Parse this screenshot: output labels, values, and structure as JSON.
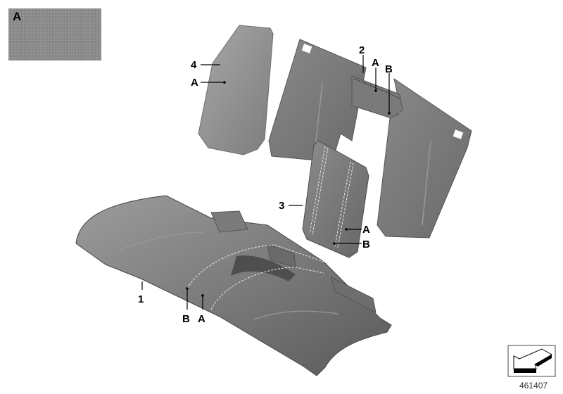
{
  "diagram": {
    "type": "parts-exploded-view",
    "subject": "rear seat cover set",
    "colors": {
      "upholstery": "#7a7a7a",
      "upholstery_dark": "#5e5e5e",
      "upholstery_light": "#9a9a9a",
      "stitching": "#e8e8e8",
      "swatch": "#8a8a8a",
      "line": "#000000"
    }
  },
  "legend_swatch": {
    "label": "A",
    "description": "leather texture sample"
  },
  "parts": [
    {
      "number": "1",
      "name": "seat cushion cover",
      "callouts": [
        "A",
        "B"
      ]
    },
    {
      "number": "2",
      "name": "backrest cover",
      "callouts": [
        "A",
        "B"
      ]
    },
    {
      "number": "3",
      "name": "center armrest cover",
      "callouts": [
        "A",
        "B"
      ]
    },
    {
      "number": "4",
      "name": "side bolster cover",
      "callouts": [
        "A"
      ]
    }
  ],
  "labels": {
    "part1": "1",
    "part1_B": "B",
    "part1_A": "A",
    "part2": "2",
    "part2_A": "A",
    "part2_B": "B",
    "part3": "3",
    "part3_A": "A",
    "part3_B": "B",
    "part4": "4",
    "part4_A": "A"
  },
  "reference": {
    "diagram_number": "461407",
    "icon": "arrow-direction-icon"
  }
}
